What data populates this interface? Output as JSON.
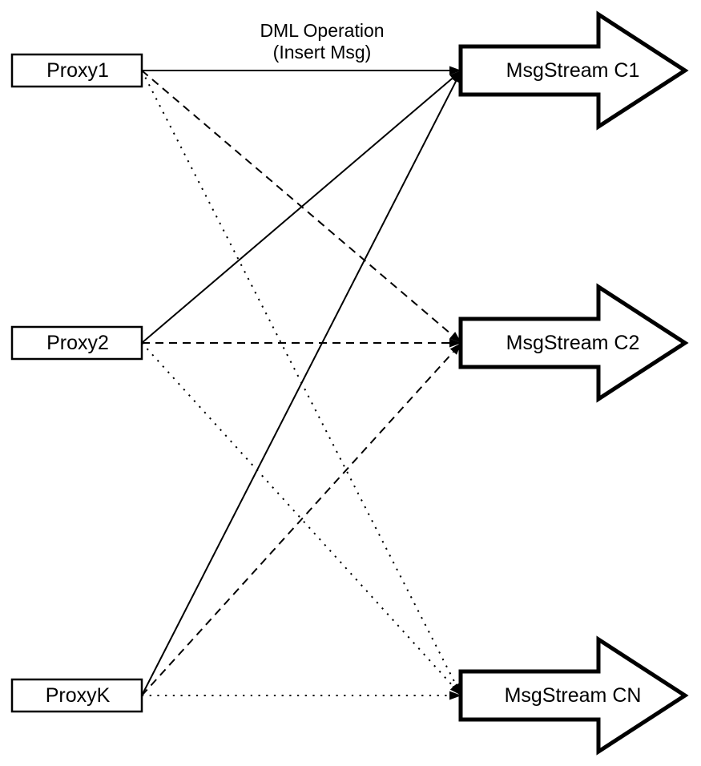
{
  "diagram": {
    "colors": {
      "ink": "#000000",
      "background": "#ffffff"
    },
    "title": {
      "line1": "DML Operation",
      "line2": "(Insert Msg)"
    },
    "proxies": [
      {
        "id": "proxy1",
        "label": "Proxy1"
      },
      {
        "id": "proxy2",
        "label": "Proxy2"
      },
      {
        "id": "proxyk",
        "label": "ProxyK"
      }
    ],
    "streams": [
      {
        "id": "c1",
        "label": "MsgStream C1"
      },
      {
        "id": "c2",
        "label": "MsgStream C2"
      },
      {
        "id": "cn",
        "label": "MsgStream CN"
      }
    ],
    "edges": [
      {
        "from": "proxy1",
        "to": "c1",
        "style": "solid"
      },
      {
        "from": "proxy1",
        "to": "c2",
        "style": "dashed"
      },
      {
        "from": "proxy1",
        "to": "cn",
        "style": "dotted"
      },
      {
        "from": "proxy2",
        "to": "c1",
        "style": "solid"
      },
      {
        "from": "proxy2",
        "to": "c2",
        "style": "dashed"
      },
      {
        "from": "proxy2",
        "to": "cn",
        "style": "dotted"
      },
      {
        "from": "proxyk",
        "to": "c1",
        "style": "solid"
      },
      {
        "from": "proxyk",
        "to": "c2",
        "style": "dashed"
      },
      {
        "from": "proxyk",
        "to": "cn",
        "style": "dotted"
      }
    ]
  }
}
